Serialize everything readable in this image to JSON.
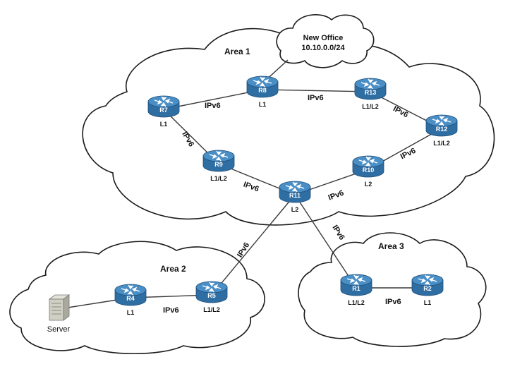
{
  "areas": {
    "area1": "Area 1",
    "area2": "Area 2",
    "area3": "Area 3"
  },
  "office": {
    "title": "New Office",
    "subnet": "10.10.0.0/24"
  },
  "server": {
    "label": "Server"
  },
  "routers": {
    "R7": {
      "name": "R7",
      "level": "L1"
    },
    "R8": {
      "name": "R8",
      "level": "L1"
    },
    "R13": {
      "name": "R13",
      "level": "L1/L2"
    },
    "R12": {
      "name": "R12",
      "level": "L1/L2"
    },
    "R9": {
      "name": "R9",
      "level": "L1/L2"
    },
    "R10": {
      "name": "R10",
      "level": "L2"
    },
    "R11": {
      "name": "R11",
      "level": "L2"
    },
    "R4": {
      "name": "R4",
      "level": "L1"
    },
    "R5": {
      "name": "R5",
      "level": "L1/L2"
    },
    "R1": {
      "name": "R1",
      "level": "L1/L2"
    },
    "R2": {
      "name": "R2",
      "level": "L1"
    }
  },
  "links": {
    "r7_r8": "IPv6",
    "r8_r13": "IPv6",
    "r13_r12": "IPv6",
    "r7_r9": "IPv6",
    "r12_r10": "IPv6",
    "r9_r11": "IPv6",
    "r10_r11": "IPv6",
    "r11_r5": "IPv6",
    "r11_r1": "IPv6",
    "r4_r5": "IPv6",
    "r1_r2": "IPv6"
  },
  "colors": {
    "router_body": "#2f6ea3",
    "router_top": "#4a8ec6",
    "router_dark": "#1d4d78",
    "server_body": "#cfcfc4"
  }
}
